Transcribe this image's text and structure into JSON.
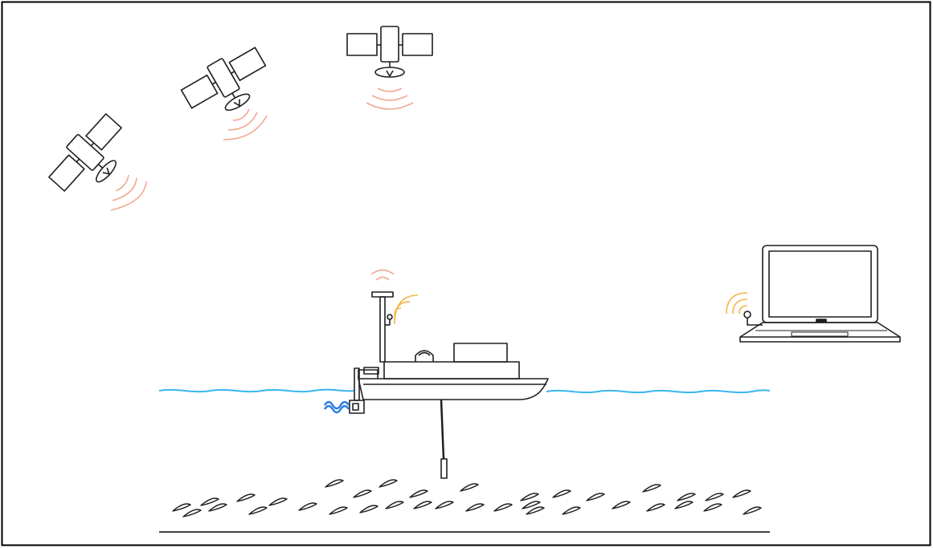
{
  "scene": {
    "colors": {
      "stroke": "#1f1f1f",
      "signal_red": "#f2a993",
      "signal_yellow": "#f5b54a",
      "water": "#38b6f0",
      "propeller": "#2a7de1",
      "seabed": "#444444",
      "frame": "#000000",
      "background": "#ffffff"
    },
    "elements": [
      "satellite-1",
      "satellite-2",
      "satellite-3",
      "survey-boat",
      "gnss-antenna",
      "radio-antenna",
      "transducer",
      "laptop",
      "laptop-radio",
      "water-surface",
      "seabed-dunes",
      "seabed-line"
    ]
  }
}
